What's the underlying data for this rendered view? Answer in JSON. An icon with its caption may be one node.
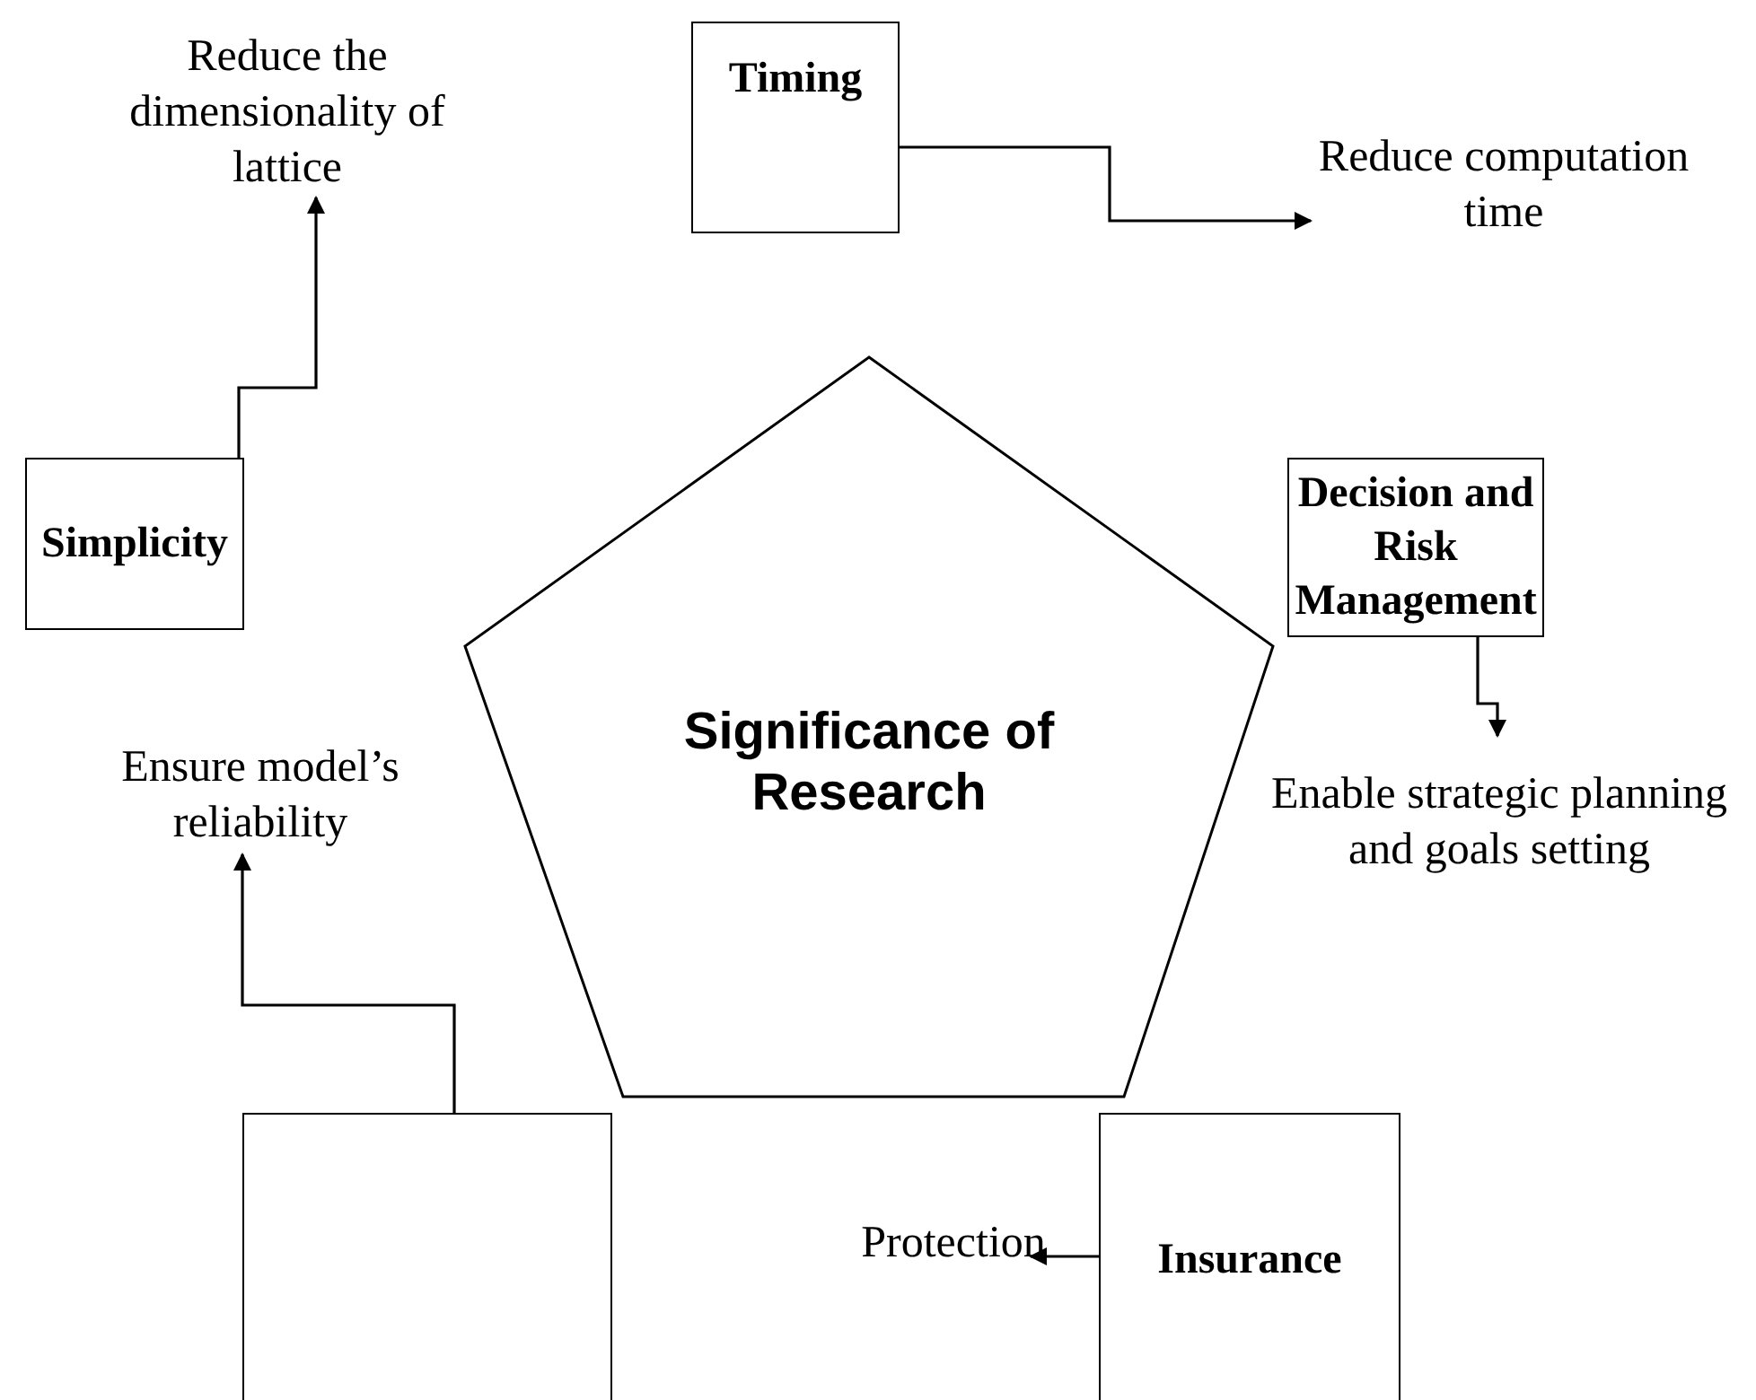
{
  "diagram": {
    "nodes": [
      {
        "text": [
          "Significance of Research"
        ]
      },
      {
        "text": [
          "Timing"
        ]
      },
      {
        "text": [
          "Reduce computation time"
        ]
      },
      {
        "text": [
          "Simplicity"
        ]
      },
      {
        "text": [
          "Reduce the dimensionality of lattice"
        ]
      },
      {
        "text": [
          "Decision and Risk Management"
        ]
      },
      {
        "text": [
          "Enable strategic planning and goals setting"
        ]
      },
      {
        "text": [],
        "shape": "box"
      },
      {
        "text": [
          "Ensure model’s reliability"
        ]
      },
      {
        "text": [
          "Insurance"
        ]
      },
      {
        "text": [
          "Protection"
        ]
      }
    ],
    "edges": [
      {
        "from": 1,
        "to": 2,
        "arrow": "to"
      },
      {
        "from": 3,
        "to": 4,
        "arrow": "to"
      },
      {
        "from": 5,
        "to": 6,
        "arrow": "to"
      },
      {
        "from": 7,
        "to": 8,
        "arrow": "to"
      },
      {
        "from": 9,
        "to": 10,
        "arrow": "to"
      }
    ]
  }
}
